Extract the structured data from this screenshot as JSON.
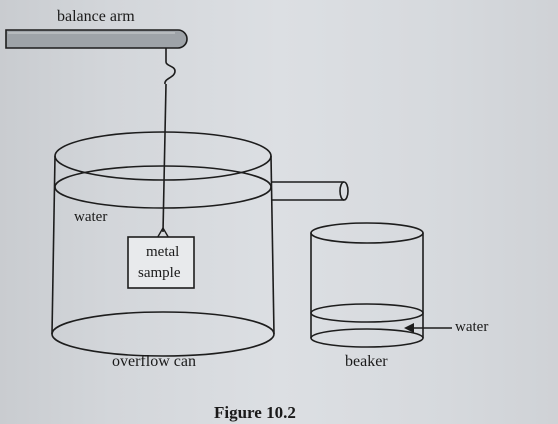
{
  "labels": {
    "balance_arm": "balance arm",
    "water_can": "water",
    "metal": "metal",
    "sample": "sample",
    "water_beaker": "water",
    "overflow_can": "overflow can",
    "beaker": "beaker",
    "figure_caption": "Figure 10.2"
  }
}
